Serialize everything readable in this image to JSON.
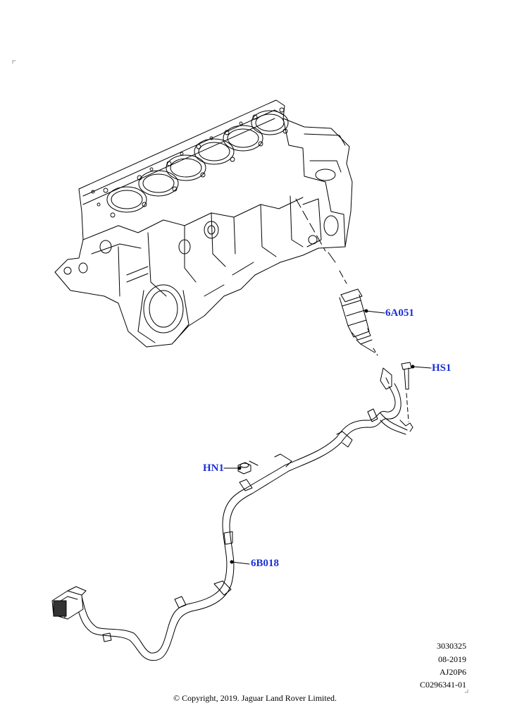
{
  "callouts": {
    "sensor": "6A051",
    "bolt": "HS1",
    "nut": "HN1",
    "harness": "6B018"
  },
  "meta": {
    "ref": "3030325",
    "date": "08-2019",
    "engine": "AJ20P6",
    "code": "C0296341-01"
  },
  "copyright": "© Copyright, 2019. Jaguar Land Rover Limited.",
  "colors": {
    "callout": "#1a2fd6",
    "line": "#000000"
  }
}
